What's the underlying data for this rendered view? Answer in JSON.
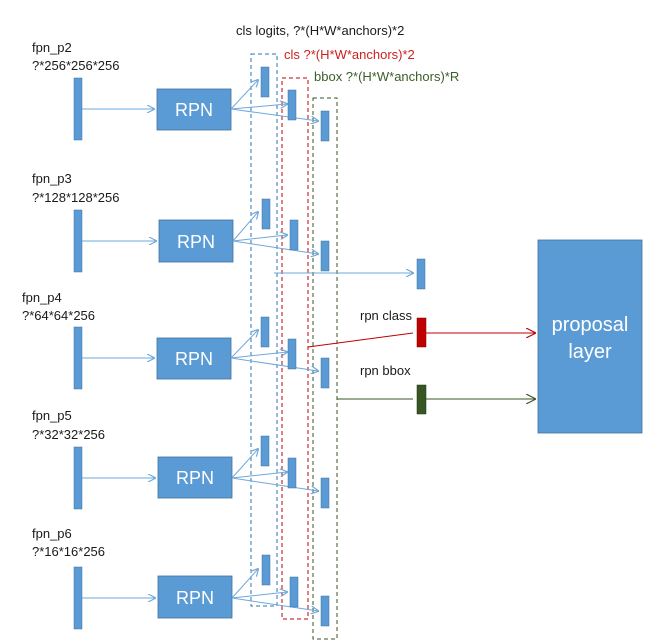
{
  "header": {
    "cls_logits": "cls logits, ?*(H*W*anchors)*2",
    "cls": "cls ?*(H*W*anchors)*2",
    "bbox": "bbox ?*(H*W*anchors)*R"
  },
  "levels": [
    {
      "name": "fpn_p2",
      "shape": "?*256*256*256",
      "rpn": "RPN"
    },
    {
      "name": "fpn_p3",
      "shape": "?*128*128*256",
      "rpn": "RPN"
    },
    {
      "name": "fpn_p4",
      "shape": "?*64*64*256",
      "rpn": "RPN"
    },
    {
      "name": "fpn_p5",
      "shape": "?*32*32*256",
      "rpn": "RPN"
    },
    {
      "name": "fpn_p6",
      "shape": "?*16*16*256",
      "rpn": "RPN"
    }
  ],
  "outputs": {
    "rpn_class": "rpn class",
    "rpn_bbox": "rpn bbox"
  },
  "proposal": {
    "line1": "proposal",
    "line2": "layer"
  },
  "colors": {
    "block": "#5b9bd5",
    "block_stroke": "#41719c",
    "arrow": "#6fa8dc",
    "red": "#c00000",
    "green": "#375623",
    "box_blue": "#2e75b6",
    "box_red": "#c00000",
    "box_green": "#3a5e2a"
  }
}
